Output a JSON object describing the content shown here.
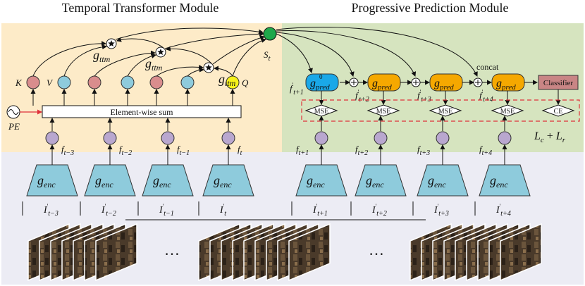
{
  "titles": {
    "left": "Temporal Transformer Module",
    "right": "Progressive Prediction Module"
  },
  "ttm": {
    "k": "K",
    "v": "V",
    "q": "Q",
    "g": "g",
    "g_sub": "ttm",
    "pe": "PE",
    "sum_label": "Element-wise sum",
    "state": "S",
    "state_sub": "t"
  },
  "features": {
    "history": [
      {
        "f": "f",
        "sub": "t−3"
      },
      {
        "f": "f",
        "sub": "t−2"
      },
      {
        "f": "f",
        "sub": "t−1"
      },
      {
        "f": "f",
        "sub": "t"
      }
    ],
    "future": [
      {
        "f": "f",
        "sub": "t+1"
      },
      {
        "f": "f",
        "sub": "t+2"
      },
      {
        "f": "f",
        "sub": "t+3"
      },
      {
        "f": "f",
        "sub": "t+4"
      }
    ],
    "pred_future": [
      {
        "f": "f",
        "sub": "t+1"
      },
      {
        "f": "f",
        "sub": "t+2"
      },
      {
        "f": "f",
        "sub": "t+3"
      },
      {
        "f": "f",
        "sub": "t+4"
      }
    ]
  },
  "encoder": {
    "g": "g",
    "sub": "enc"
  },
  "frames": {
    "history": [
      {
        "i": "I",
        "sub": "t−3"
      },
      {
        "i": "I",
        "sub": "t−2"
      },
      {
        "i": "I",
        "sub": "t−1"
      },
      {
        "i": "I",
        "sub": "t"
      }
    ],
    "future": [
      {
        "i": "I",
        "sub": "t+1"
      },
      {
        "i": "I",
        "sub": "t+2"
      },
      {
        "i": "I",
        "sub": "t+3"
      },
      {
        "i": "I",
        "sub": "t+4"
      }
    ],
    "ellipsis": "…"
  },
  "ppm": {
    "g": "g",
    "g_sub": "pred",
    "g0_sup": "0",
    "concat": "concat",
    "classifier": "Classifier",
    "mse": "MSE",
    "ce": "CE",
    "loss": "L",
    "loss_c": "c",
    "loss_r": "r",
    "plus": "+"
  },
  "colors": {
    "left_bg": "#fdebc8",
    "right_bg": "#d6e4bf",
    "bottom_bg": "#ececf4",
    "encoder": "#8ecbdc",
    "feature_node": "#b9a7cf",
    "k_node": "#d98d8d",
    "v_node": "#8ecbdc",
    "q_node": "#f6f21a",
    "state_node": "#1fa84a",
    "g0_pred": "#1aa8e8",
    "g_pred": "#f5a800",
    "classifier": "#c98585",
    "dash_box": "#e0303a"
  }
}
